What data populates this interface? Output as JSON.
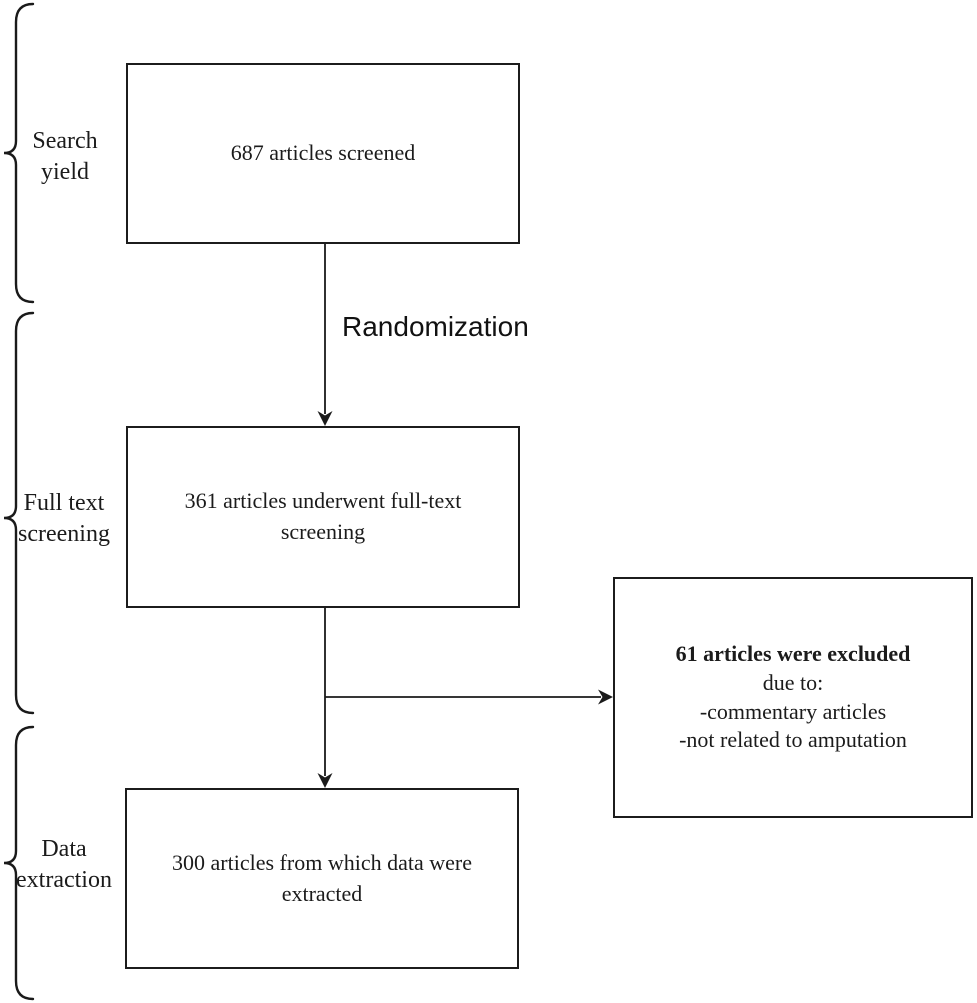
{
  "diagram": {
    "background_color": "#ffffff",
    "line_color": "#1a1a1a",
    "text_color": "#1b1b1b",
    "stage_labels": [
      {
        "label": "Search yield"
      },
      {
        "label": "Full text screening"
      },
      {
        "label": "Data extraction"
      }
    ],
    "boxes": {
      "screened": {
        "text": "687 articles screened"
      },
      "fulltext": {
        "text": "361 articles underwent full-text screening"
      },
      "extracted": {
        "text": "300 articles from which data were extracted"
      },
      "excluded": {
        "title": "61 articles were excluded",
        "line2": "due to:",
        "line3": "-commentary articles",
        "line4": "-not related to amputation"
      }
    },
    "arrow_label": "Randomization"
  }
}
